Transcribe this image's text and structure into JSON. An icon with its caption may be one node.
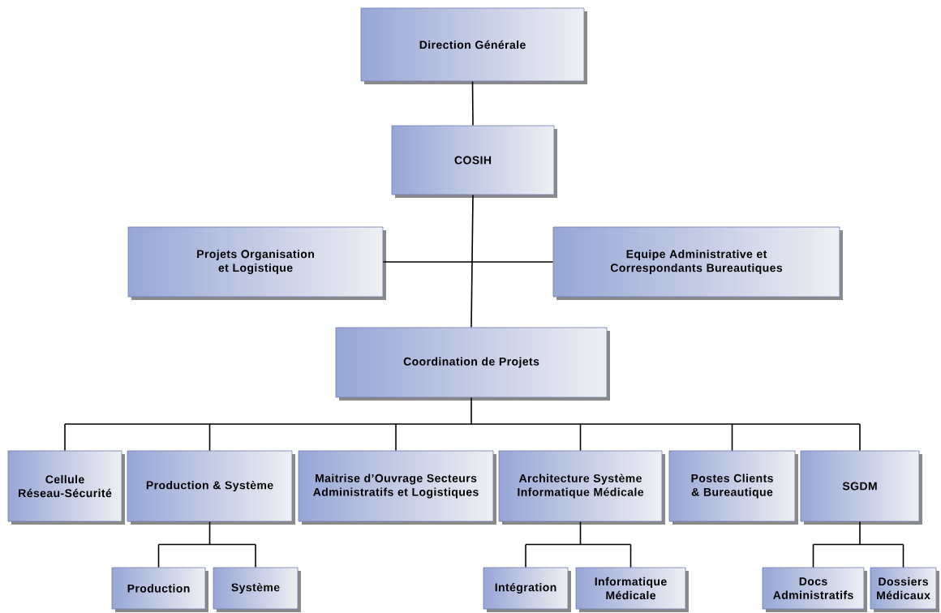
{
  "diagram": {
    "nodes": [
      {
        "text": [
          "Direction Générale"
        ]
      },
      {
        "text": [
          "COSIH"
        ]
      },
      {
        "text": [
          "Projets Organisation et Logistique"
        ]
      },
      {
        "text": [
          "Equipe Administrative et Correspondants Bureautiques"
        ]
      },
      {
        "text": [
          "Coordination de Projets"
        ]
      },
      {
        "text": [
          "Cellule Réseau-Sécurité"
        ]
      },
      {
        "text": [
          "Production & Système"
        ]
      },
      {
        "text": [
          "Maitrise d’Ouvrage Secteurs Administratifs et Logistiques"
        ]
      },
      {
        "text": [
          "Architecture Système Informatique Médicale"
        ]
      },
      {
        "text": [
          "Postes Clients & Bureautique"
        ]
      },
      {
        "text": [
          "SGDM"
        ]
      },
      {
        "text": [
          "Production"
        ]
      },
      {
        "text": [
          "Système"
        ]
      },
      {
        "text": [
          "Intégration"
        ]
      },
      {
        "text": [
          "Informatique Médicale"
        ]
      },
      {
        "text": [
          "Docs Administratifs"
        ]
      },
      {
        "text": [
          "Dossiers Médicaux"
        ]
      }
    ],
    "edges": [
      {
        "from": 0,
        "to": 1,
        "arrow": "none"
      },
      {
        "from": 1,
        "to": 2,
        "arrow": "none"
      },
      {
        "from": 1,
        "to": 3,
        "arrow": "none"
      },
      {
        "from": 1,
        "to": 4,
        "arrow": "none"
      },
      {
        "from": 4,
        "to": 5,
        "arrow": "none"
      },
      {
        "from": 4,
        "to": 6,
        "arrow": "none"
      },
      {
        "from": 4,
        "to": 7,
        "arrow": "none"
      },
      {
        "from": 4,
        "to": 8,
        "arrow": "none"
      },
      {
        "from": 4,
        "to": 9,
        "arrow": "none"
      },
      {
        "from": 4,
        "to": 10,
        "arrow": "none"
      },
      {
        "from": 6,
        "to": 11,
        "arrow": "none"
      },
      {
        "from": 6,
        "to": 12,
        "arrow": "none"
      },
      {
        "from": 8,
        "to": 13,
        "arrow": "none"
      },
      {
        "from": 8,
        "to": 14,
        "arrow": "none"
      },
      {
        "from": 10,
        "to": 15,
        "arrow": "none"
      },
      {
        "from": 10,
        "to": 16,
        "arrow": "none"
      }
    ]
  }
}
